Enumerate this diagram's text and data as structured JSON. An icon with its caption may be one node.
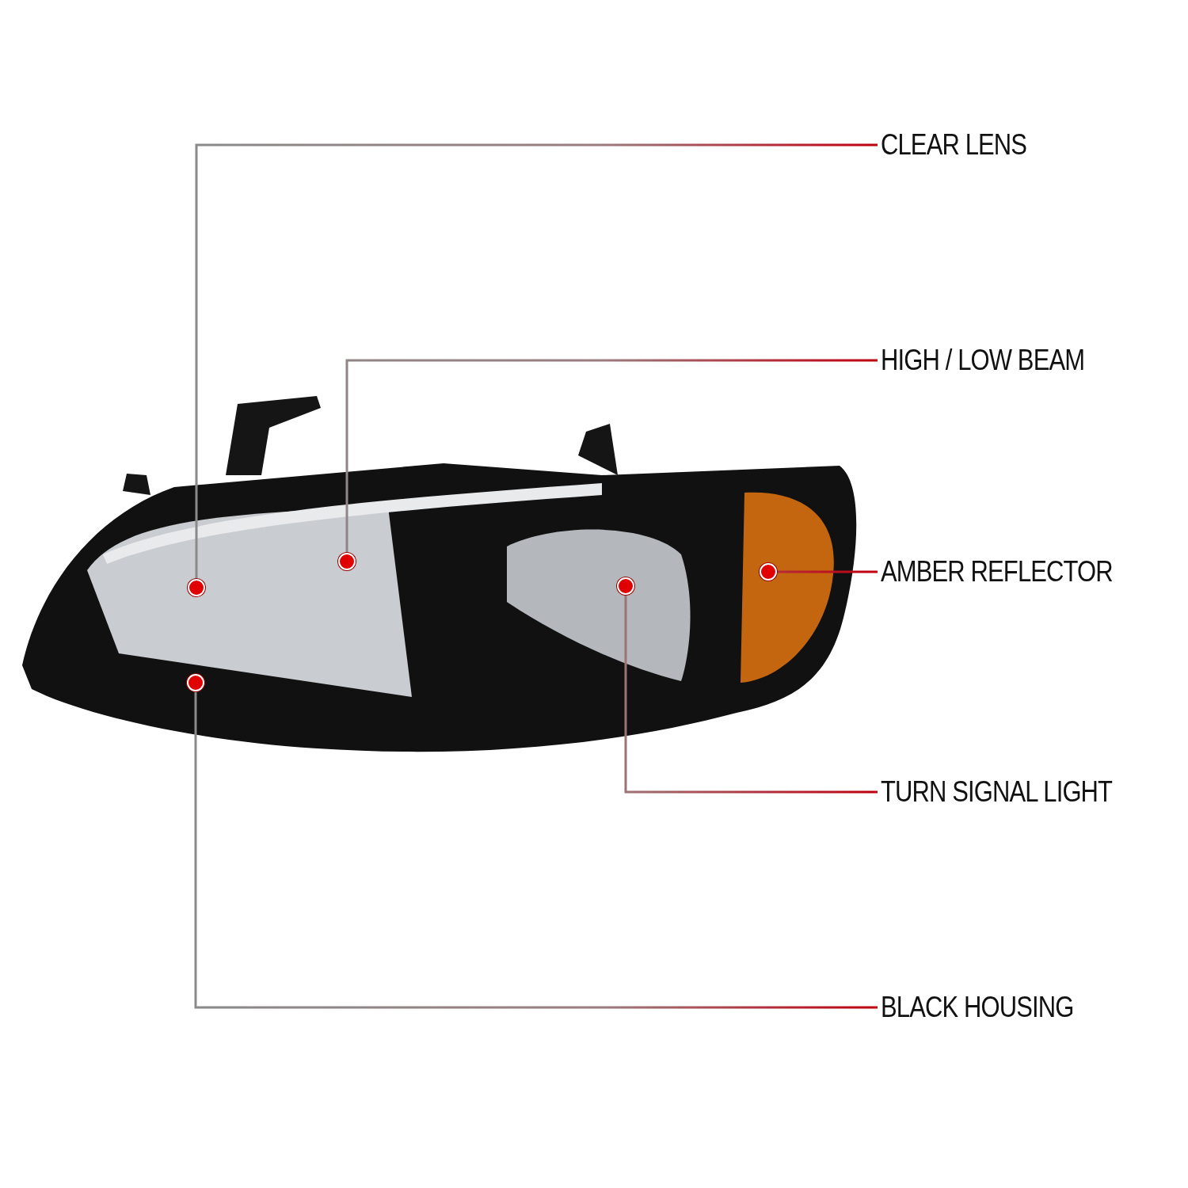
{
  "diagram": {
    "nodes": [
      {
        "text": [
          "CLEAR LENS"
        ]
      },
      {
        "text": [
          "HIGH / LOW BEAM"
        ]
      },
      {
        "text": [
          "AMBER REFLECTOR"
        ]
      },
      {
        "text": [
          "TURN SIGNAL LIGHT"
        ]
      },
      {
        "text": [
          "BLACK HOUSING"
        ]
      },
      {
        "text": [],
        "shape": "circle"
      },
      {
        "text": [],
        "shape": "circle"
      },
      {
        "text": [],
        "shape": "circle"
      },
      {
        "text": [],
        "shape": "circle"
      },
      {
        "text": [],
        "shape": "circle"
      }
    ],
    "edges": [
      {
        "from": 0,
        "to": 5,
        "arrow": "none"
      },
      {
        "from": 1,
        "to": 7,
        "arrow": "none"
      },
      {
        "from": 2,
        "to": 9,
        "arrow": "none"
      },
      {
        "from": 3,
        "to": 8,
        "arrow": "none"
      },
      {
        "from": 4,
        "to": 6,
        "arrow": "none"
      }
    ]
  }
}
